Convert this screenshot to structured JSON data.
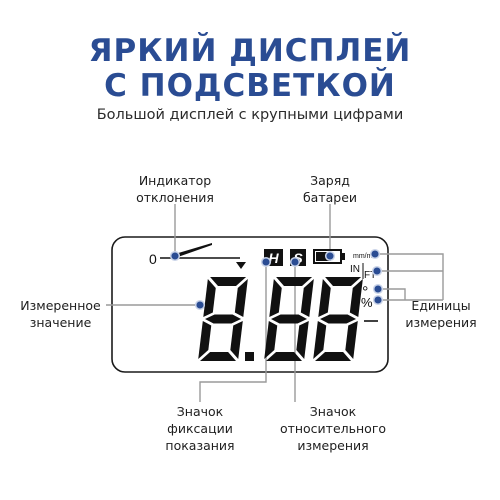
{
  "title": {
    "line1": "ЯРКИЙ ДИСПЛЕЙ",
    "line2": "С ПОДСВЕТКОЙ",
    "subtitle": "Большой дисплей с крупными цифрами"
  },
  "labels": {
    "deviation_indicator": [
      "Индикатор",
      "отклонения"
    ],
    "battery_charge": [
      "Заряд",
      "батареи"
    ],
    "measured_value": [
      "Измеренное",
      "значение"
    ],
    "units": [
      "Единицы",
      "измерения"
    ],
    "hold_icon": [
      "Значок",
      "фиксации",
      "показания"
    ],
    "relative_icon": [
      "Значок",
      "относительного",
      "измерения"
    ]
  },
  "display": {
    "zero_mark": "0",
    "digits": "8.88",
    "hold_letter": "H",
    "relative_letter": "S",
    "unit_mm": "mm/m",
    "unit_in": "IN",
    "unit_ft": "FT",
    "unit_deg": "°",
    "unit_pct": "%",
    "unit_dash": "—"
  },
  "colors": {
    "title": "#2a4c93",
    "leader_line": "#9a9a9a",
    "marker_dot": "#2a4c93"
  }
}
